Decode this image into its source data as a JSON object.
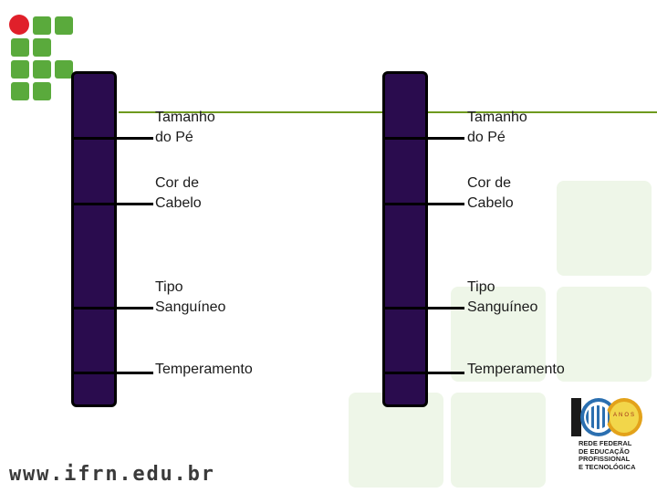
{
  "logo": {
    "name": "IFRN logo"
  },
  "footer": {
    "url": "www.ifrn.edu.br"
  },
  "badge": {
    "number": "100",
    "small_text": "ANOS",
    "lines": "REDE FEDERAL\nDE EDUCAÇÃO\nPROFISSIONAL\nE TECNOLÓGICA"
  },
  "left_chromosome": {
    "labels": [
      "Tamanho\ndo Pé",
      "Cor de\nCabelo",
      "Tipo\nSanguíneo",
      "Temperamento"
    ]
  },
  "right_chromosome": {
    "labels": [
      "Tamanho\ndo Pé",
      "Cor de\nCabelo",
      "Tipo\nSanguíneo",
      "Temperamento"
    ]
  },
  "colors": {
    "chromosome": "#2a0c4e",
    "logo_green": "#5aaa3c",
    "logo_red": "#e0202a",
    "line_green": "#6e9a1e"
  }
}
